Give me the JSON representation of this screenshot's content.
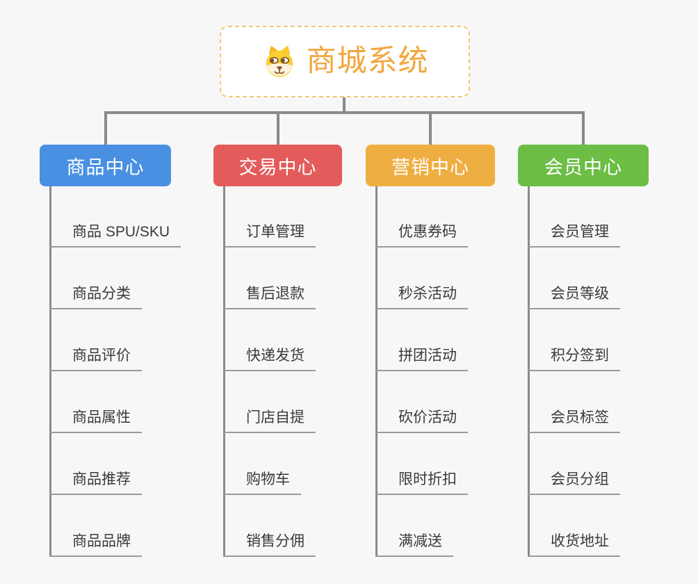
{
  "root": {
    "title": "商城系统",
    "icon": "dog-icon",
    "title_color": "#F2A63D",
    "border_color": "#F2C877"
  },
  "colors": {
    "background": "#F7F7F7",
    "connector": "#8A8A8A",
    "leaf_underline": "#9A9A9A",
    "leaf_text": "#3A3A3A"
  },
  "branches": [
    {
      "label": "商品中心",
      "color": "#4A90E2",
      "items": [
        "商品 SPU/SKU",
        "商品分类",
        "商品评价",
        "商品属性",
        "商品推荐",
        "商品品牌"
      ]
    },
    {
      "label": "交易中心",
      "color": "#E45B5B",
      "items": [
        "订单管理",
        "售后退款",
        "快递发货",
        "门店自提",
        "购物车",
        "销售分佣"
      ]
    },
    {
      "label": "营销中心",
      "color": "#EFAE42",
      "items": [
        "优惠券码",
        "秒杀活动",
        "拼团活动",
        "砍价活动",
        "限时折扣",
        "满减送"
      ]
    },
    {
      "label": "会员中心",
      "color": "#6CBE45",
      "items": [
        "会员管理",
        "会员等级",
        "积分签到",
        "会员标签",
        "会员分组",
        "收货地址"
      ]
    }
  ]
}
